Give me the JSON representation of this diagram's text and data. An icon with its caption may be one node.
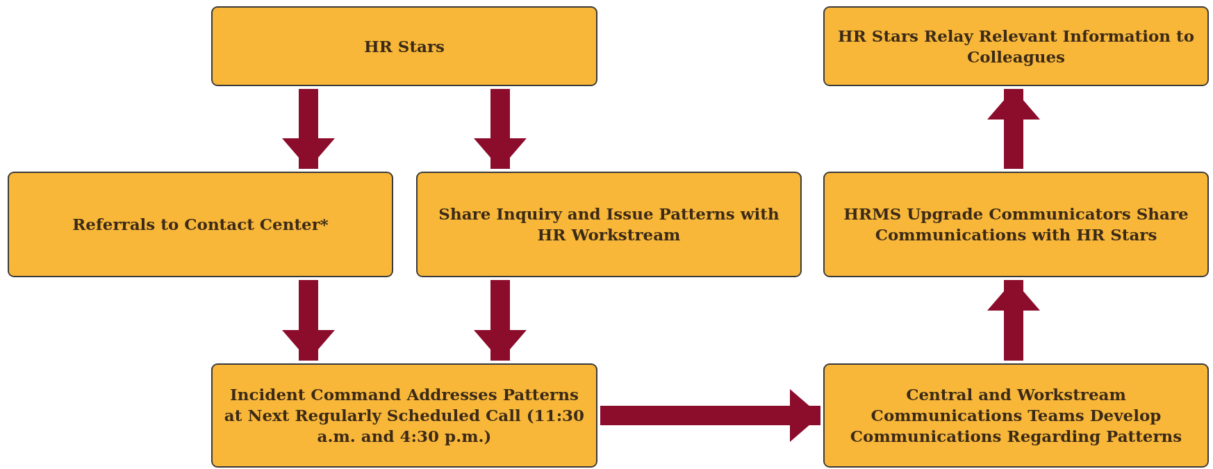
{
  "diagram": {
    "nodes": [
      {
        "text": [
          "HR Stars"
        ]
      },
      {
        "text": [
          "Referrals to Contact Center*"
        ]
      },
      {
        "text": [
          "Share Inquiry and Issue Patterns with HR Workstream"
        ]
      },
      {
        "text": [
          "Incident Command Addresses Patterns at Next Regularly Scheduled Call (11:30 a.m. and 4:30 p.m.)"
        ]
      },
      {
        "text": [
          "Central and Workstream Communications Teams Develop Communications Regarding Patterns"
        ]
      },
      {
        "text": [
          "HRMS Upgrade Communicators Share Communications with HR Stars"
        ]
      },
      {
        "text": [
          "HR Stars Relay Relevant Information to Colleagues"
        ]
      }
    ],
    "edges": [
      {
        "from": 0,
        "to": 1,
        "arrow": "to"
      },
      {
        "from": 0,
        "to": 2,
        "arrow": "to"
      },
      {
        "from": 1,
        "to": 3,
        "arrow": "to"
      },
      {
        "from": 2,
        "to": 3,
        "arrow": "to"
      },
      {
        "from": 3,
        "to": 4,
        "arrow": "to"
      },
      {
        "from": 4,
        "to": 5,
        "arrow": "to"
      },
      {
        "from": 5,
        "to": 6,
        "arrow": "to"
      }
    ]
  }
}
